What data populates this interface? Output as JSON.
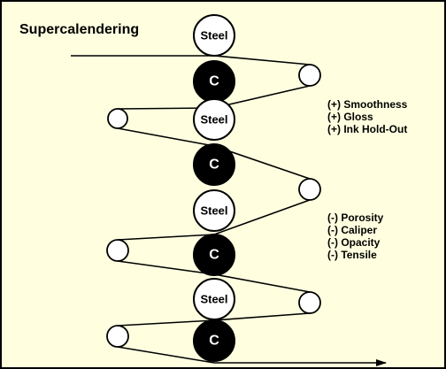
{
  "title": "Supercalendering",
  "rolls": [
    {
      "id": "roll-1",
      "type": "steel",
      "label": "Steel"
    },
    {
      "id": "roll-2",
      "type": "composite",
      "label": "C"
    },
    {
      "id": "roll-3",
      "type": "steel",
      "label": "Steel"
    },
    {
      "id": "roll-4",
      "type": "composite",
      "label": "C"
    },
    {
      "id": "roll-5",
      "type": "steel",
      "label": "Steel"
    },
    {
      "id": "roll-6",
      "type": "composite",
      "label": "C"
    },
    {
      "id": "roll-7",
      "type": "steel",
      "label": "Steel"
    },
    {
      "id": "roll-8",
      "type": "composite",
      "label": "C"
    }
  ],
  "effects_positive": [
    "(+) Smoothness",
    "(+) Gloss",
    "(+)  Ink Hold-Out"
  ],
  "effects_negative": [
    "(-) Porosity",
    "(-) Caliper",
    "(-) Opacity",
    "(-) Tensile"
  ],
  "colors": {
    "background": "#FFFFE0",
    "border": "#000000",
    "steel_roll": "#FFFFFF",
    "composite_roll": "#000000",
    "guide_roll": "#FFFFFF",
    "web_line": "#000000"
  }
}
